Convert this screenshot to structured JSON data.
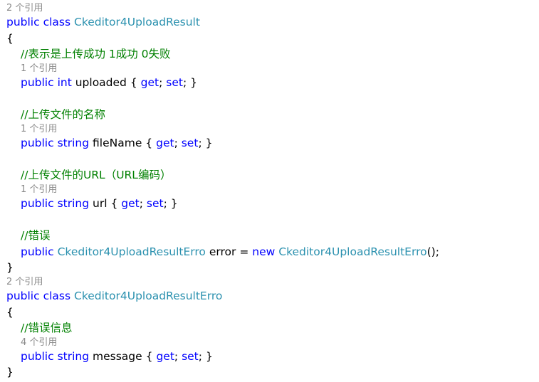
{
  "class1": {
    "refs": "2 个引用",
    "kw_public": "public",
    "kw_class": "class",
    "name": "Ckeditor4UploadResult",
    "open_brace": "{",
    "close_brace": "}",
    "prop_uploaded": {
      "comment": "//表示是上传成功 1成功 0失败",
      "refs": "1 个引用",
      "kw_public": "public",
      "type": "int",
      "name": "uploaded",
      "open": "{",
      "get": "get",
      "semi1": ";",
      "set": "set",
      "semi2": ";",
      "close": "}"
    },
    "prop_fileName": {
      "comment": "//上传文件的名称",
      "refs": "1 个引用",
      "kw_public": "public",
      "type": "string",
      "name": "fileName",
      "open": "{",
      "get": "get",
      "semi1": ";",
      "set": "set",
      "semi2": ";",
      "close": "}"
    },
    "prop_url": {
      "comment": "//上传文件的URL（URL编码）",
      "refs": "1 个引用",
      "kw_public": "public",
      "type": "string",
      "name": "url",
      "open": "{",
      "get": "get",
      "semi1": ";",
      "set": "set",
      "semi2": ";",
      "close": "}"
    },
    "field_error": {
      "comment": "//错误",
      "kw_public": "public",
      "type": "Ckeditor4UploadResultErro",
      "name": "error",
      "equals": "=",
      "kw_new": "new",
      "ctor": "Ckeditor4UploadResultErro",
      "tail": "();"
    }
  },
  "class2": {
    "refs": "2 个引用",
    "kw_public": "public",
    "kw_class": "class",
    "name": "Ckeditor4UploadResultErro",
    "open_brace": "{",
    "close_brace": "}",
    "prop_message": {
      "comment": "//错误信息",
      "refs": "4 个引用",
      "kw_public": "public",
      "type": "string",
      "name": "message",
      "open": "{",
      "get": "get",
      "semi1": ";",
      "set": "set",
      "semi2": ";",
      "close": "}"
    }
  },
  "colors": {
    "keyword": "#0000ff",
    "type": "#2b91af",
    "comment": "#008000",
    "codelens": "#8a8a8a",
    "text": "#000000",
    "background": "#ffffff"
  }
}
